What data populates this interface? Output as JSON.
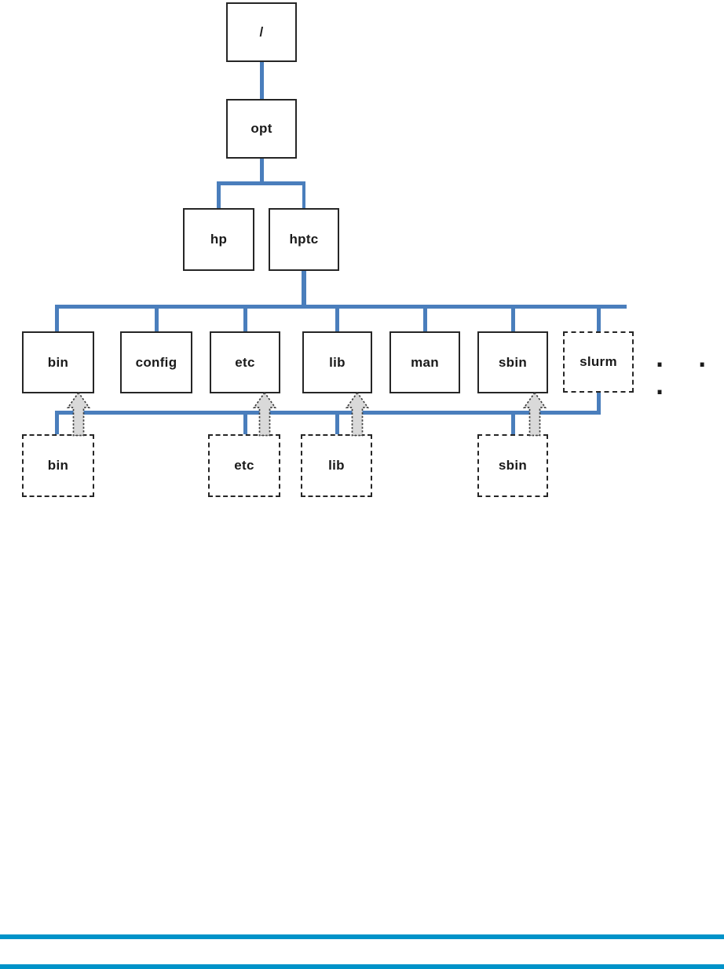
{
  "diagram": {
    "description": "Filesystem directory tree with overlay directories merged into /opt/hptc",
    "root": {
      "label": "/"
    },
    "opt": {
      "label": "opt"
    },
    "level3": [
      {
        "label": "hp",
        "style": "solid"
      },
      {
        "label": "hptc",
        "style": "solid"
      }
    ],
    "hptc_children": [
      {
        "label": "bin",
        "style": "solid"
      },
      {
        "label": "config",
        "style": "solid"
      },
      {
        "label": "etc",
        "style": "solid"
      },
      {
        "label": "lib",
        "style": "solid"
      },
      {
        "label": "man",
        "style": "solid"
      },
      {
        "label": "sbin",
        "style": "solid"
      },
      {
        "label": "slurm",
        "style": "dashed"
      }
    ],
    "ellipsis": ". . .",
    "overlay_nodes": [
      {
        "label": "bin",
        "style": "dashed",
        "merges_into": "bin"
      },
      {
        "label": "etc",
        "style": "dashed",
        "merges_into": "etc"
      },
      {
        "label": "lib",
        "style": "dashed",
        "merges_into": "lib"
      },
      {
        "label": "sbin",
        "style": "dashed",
        "merges_into": "sbin"
      }
    ]
  },
  "icons": {
    "merge_arrow": "up-block-arrow-icon"
  },
  "colors": {
    "connector_blue": "#4A7EBC",
    "divider_blue": "#0093C9",
    "box_border": "#262626",
    "arrow_fill": "#D9D9D9",
    "text": "#1A1A1A",
    "background": "#FFFFFF"
  }
}
